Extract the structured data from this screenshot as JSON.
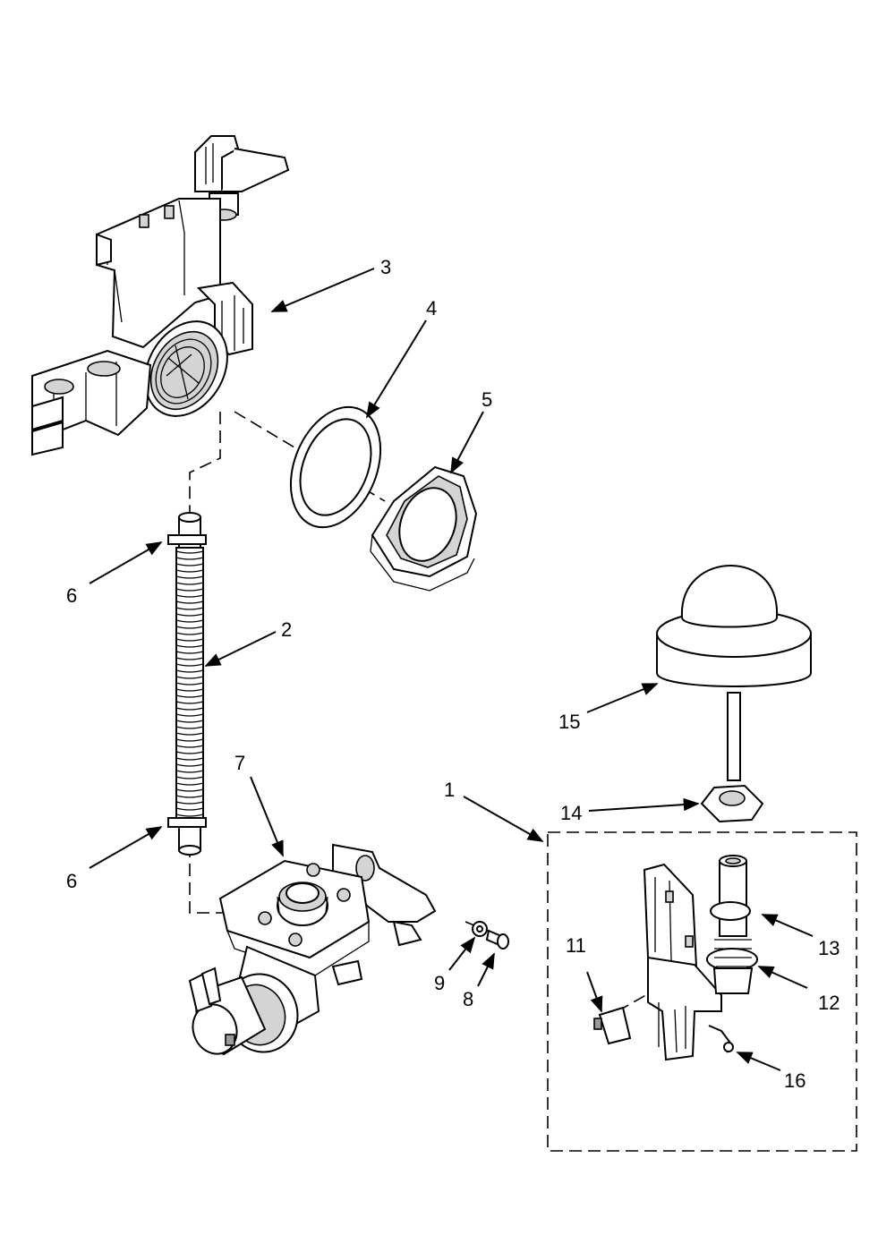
{
  "callouts": [
    {
      "id": "c1",
      "text": "1"
    },
    {
      "id": "c2",
      "text": "2"
    },
    {
      "id": "c3",
      "text": "3"
    },
    {
      "id": "c4",
      "text": "4"
    },
    {
      "id": "c5",
      "text": "5"
    },
    {
      "id": "c6a",
      "text": "6"
    },
    {
      "id": "c6b",
      "text": "6"
    },
    {
      "id": "c7",
      "text": "7"
    },
    {
      "id": "c8",
      "text": "8"
    },
    {
      "id": "c9",
      "text": "9"
    },
    {
      "id": "c11",
      "text": "11"
    },
    {
      "id": "c12",
      "text": "12"
    },
    {
      "id": "c13",
      "text": "13"
    },
    {
      "id": "c14",
      "text": "14"
    },
    {
      "id": "c15",
      "text": "15"
    },
    {
      "id": "c16",
      "text": "16"
    }
  ]
}
